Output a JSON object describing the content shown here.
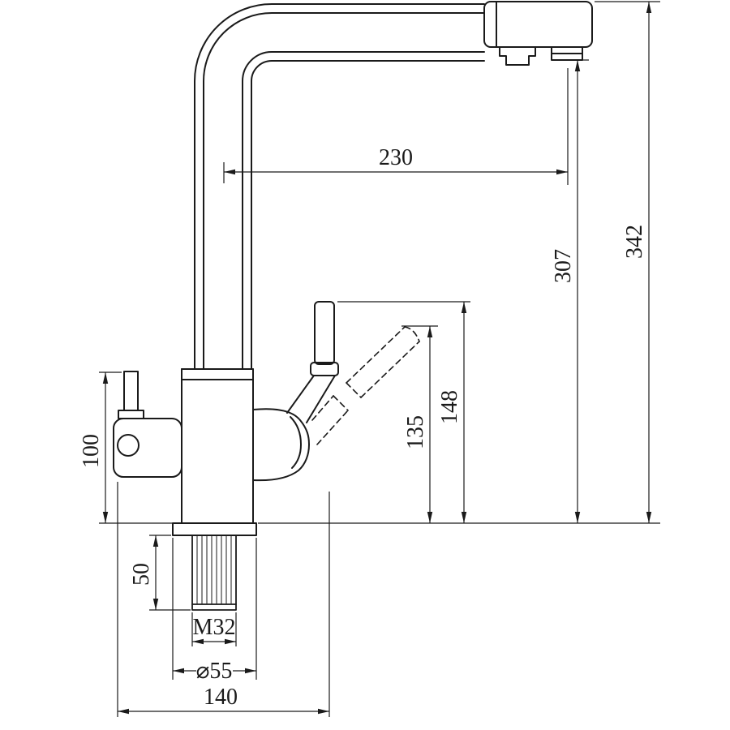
{
  "drawing": {
    "kind": "faucet-dimension-drawing",
    "colors": {
      "line": "#1a1a1a",
      "background": "#ffffff"
    },
    "dimensions": {
      "spout_reach": "230",
      "overall_height": "342",
      "spout_outlet_height": "307",
      "side_valve_height": "100",
      "lever_tilted_height": "135",
      "lever_upright_height": "148",
      "shank_length": "50",
      "thread_callout": "M32",
      "base_diameter": "⌀55",
      "base_span": "140"
    }
  }
}
